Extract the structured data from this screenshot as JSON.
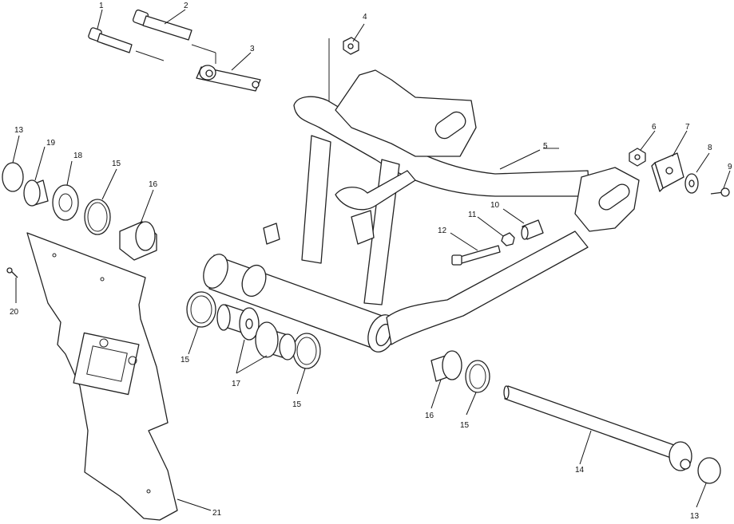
{
  "diagram": {
    "callouts": [
      {
        "id": "c1",
        "text": "1"
      },
      {
        "id": "c2",
        "text": "2"
      },
      {
        "id": "c3",
        "text": "3"
      },
      {
        "id": "c4",
        "text": "4"
      },
      {
        "id": "c5",
        "text": "5"
      },
      {
        "id": "c6",
        "text": "6"
      },
      {
        "id": "c7",
        "text": "7"
      },
      {
        "id": "c8",
        "text": "8"
      },
      {
        "id": "c9",
        "text": "9"
      },
      {
        "id": "c10",
        "text": "10"
      },
      {
        "id": "c11",
        "text": "11"
      },
      {
        "id": "c12",
        "text": "12"
      },
      {
        "id": "c13a",
        "text": "13"
      },
      {
        "id": "c13b",
        "text": "13"
      },
      {
        "id": "c14",
        "text": "14"
      },
      {
        "id": "c15a",
        "text": "15"
      },
      {
        "id": "c15b",
        "text": "15"
      },
      {
        "id": "c15c",
        "text": "15"
      },
      {
        "id": "c15d",
        "text": "15"
      },
      {
        "id": "c16a",
        "text": "16"
      },
      {
        "id": "c16b",
        "text": "16"
      },
      {
        "id": "c17",
        "text": "17"
      },
      {
        "id": "c18",
        "text": "18"
      },
      {
        "id": "c19",
        "text": "19"
      },
      {
        "id": "c20",
        "text": "20"
      },
      {
        "id": "c21",
        "text": "21"
      }
    ]
  }
}
